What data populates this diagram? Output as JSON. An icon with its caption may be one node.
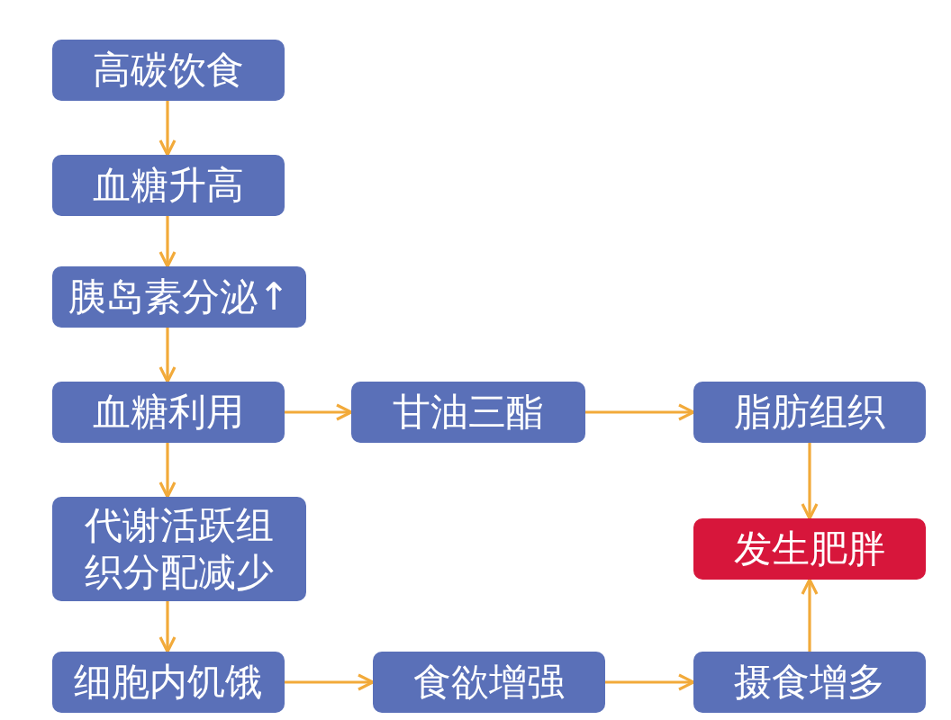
{
  "diagram": {
    "nodes": [
      {
        "text": [
          "高碳饮食"
        ]
      },
      {
        "text": [
          "血糖升高"
        ]
      },
      {
        "text": [
          "胰岛素分泌↑"
        ]
      },
      {
        "text": [
          "血糖利用"
        ]
      },
      {
        "text": [
          "甘油三酯"
        ]
      },
      {
        "text": [
          "脂肪组织"
        ]
      },
      {
        "text": [
          "代谢活跃组织分配减少"
        ]
      },
      {
        "text": [
          "发生肥胖"
        ]
      },
      {
        "text": [
          "细胞内饥饿"
        ]
      },
      {
        "text": [
          "食欲增强"
        ]
      },
      {
        "text": [
          "摄食增多"
        ]
      }
    ],
    "edges": [
      {
        "from": 0,
        "to": 1,
        "arrow": "to"
      },
      {
        "from": 1,
        "to": 2,
        "arrow": "to"
      },
      {
        "from": 2,
        "to": 3,
        "arrow": "to"
      },
      {
        "from": 3,
        "to": 4,
        "arrow": "to"
      },
      {
        "from": 4,
        "to": 5,
        "arrow": "to"
      },
      {
        "from": 5,
        "to": 7,
        "arrow": "to"
      },
      {
        "from": 3,
        "to": 6,
        "arrow": "to"
      },
      {
        "from": 6,
        "to": 8,
        "arrow": "to"
      },
      {
        "from": 8,
        "to": 9,
        "arrow": "to"
      },
      {
        "from": 9,
        "to": 10,
        "arrow": "to"
      },
      {
        "from": 10,
        "to": 7,
        "arrow": "to"
      }
    ]
  }
}
